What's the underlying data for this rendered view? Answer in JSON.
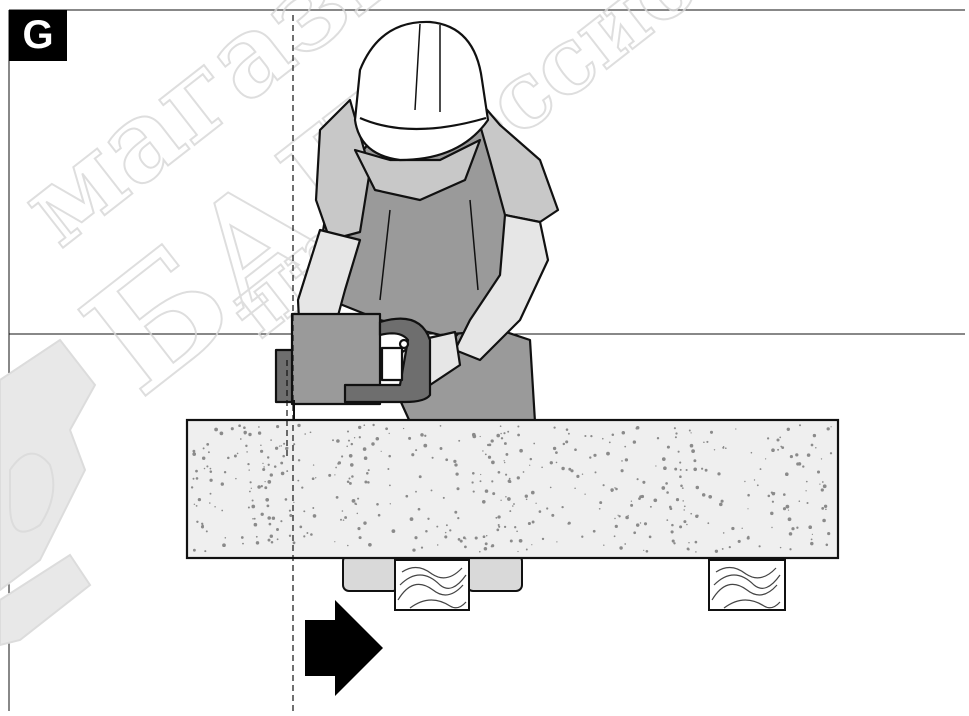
{
  "figure": {
    "panel_label": "G",
    "watermark_lines": [
      "магазин",
      "БАШ",
      "профессион"
    ]
  },
  "colors": {
    "stroke": "#111111",
    "shirt": "#c8c8c8",
    "overalls": "#9a9a9a",
    "helmet": "#ffffff",
    "skin": "#e6e6e6",
    "saw_dark": "#6e6e6e",
    "saw_mid": "#9a9a9a",
    "concrete": "#efefef",
    "support": "#d9d9d9",
    "arrow": "#000000",
    "watermark": "#e2e2e2"
  },
  "icons": [
    "hard-hat-icon",
    "chainsaw-icon",
    "cut-direction-arrow-icon"
  ]
}
